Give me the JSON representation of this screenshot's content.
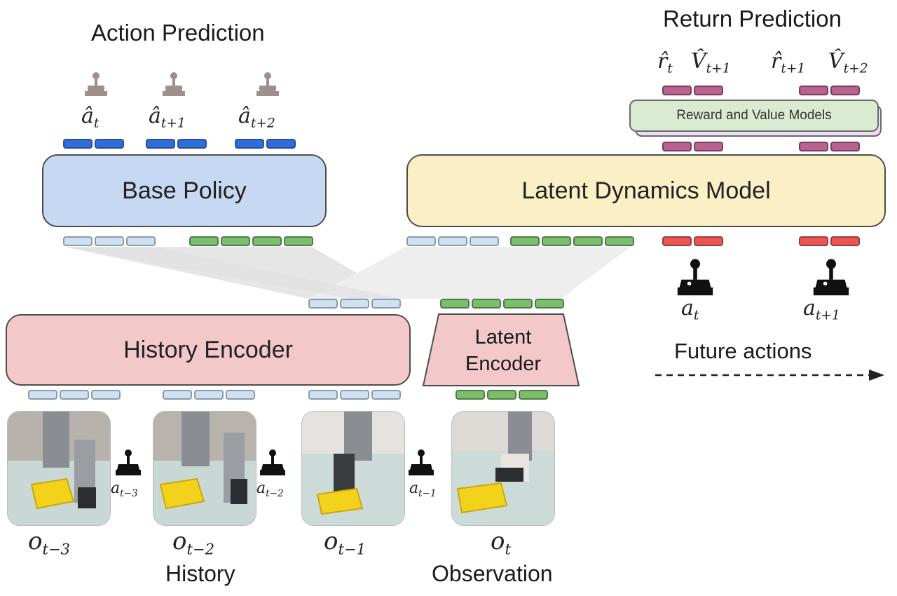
{
  "titles": {
    "action_prediction": "Action Prediction",
    "return_prediction": "Return Prediction"
  },
  "boxes": {
    "base_policy": "Base Policy",
    "latent_dynamics": "Latent Dynamics Model",
    "history_encoder": "History Encoder",
    "latent_encoder_line1": "Latent",
    "latent_encoder_line2": "Encoder",
    "reward_value": "Reward and Value Models"
  },
  "labels": {
    "future_actions": "Future actions",
    "history": "History",
    "observation": "Observation"
  },
  "predicted_actions": [
    {
      "base": "â",
      "sub": "t"
    },
    {
      "base": "â",
      "sub": "t+1"
    },
    {
      "base": "â",
      "sub": "t+2"
    }
  ],
  "return_labels": [
    {
      "base": "r̂",
      "sub": "t"
    },
    {
      "base": "V̂",
      "sub": "t+1"
    },
    {
      "base": "r̂",
      "sub": "t+1"
    },
    {
      "base": "V̂",
      "sub": "t+2"
    }
  ],
  "future_action_labels": [
    {
      "base": "a",
      "sub": "t"
    },
    {
      "base": "a",
      "sub": "t+1"
    }
  ],
  "history_action_labels": [
    {
      "base": "a",
      "sub": "t−3"
    },
    {
      "base": "a",
      "sub": "t−2"
    },
    {
      "base": "a",
      "sub": "t−1"
    }
  ],
  "observation_labels": [
    {
      "base": "o",
      "sub": "t−3"
    },
    {
      "base": "o",
      "sub": "t−2"
    },
    {
      "base": "o",
      "sub": "t−1"
    },
    {
      "base": "o",
      "sub": "t"
    }
  ],
  "colors": {
    "policy_fill": "#c7d8f2",
    "dynamics_fill": "#fbefc6",
    "encoder_fill": "#f3c8c8",
    "reward_fill": "#d9ecd1"
  }
}
